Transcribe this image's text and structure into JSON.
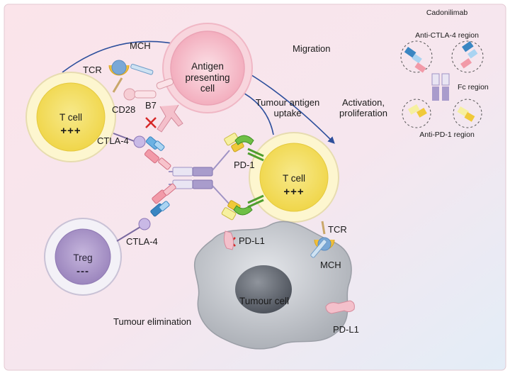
{
  "drug": {
    "title": "Cadonilimab",
    "anti_ctla4_region": "Anti-CTLA-4 region",
    "fc_region": "Fc region",
    "anti_pd1_region": "Anti-PD-1 region"
  },
  "cells": {
    "t_cell_left": {
      "name": "T cell",
      "status": "+++"
    },
    "t_cell_right": {
      "name": "T cell",
      "status": "+++"
    },
    "apc": {
      "name": "Antigen presenting cell"
    },
    "treg": {
      "name": "Treg",
      "status": "---"
    },
    "tumour": {
      "name": "Tumour cell"
    }
  },
  "labels": {
    "tcr_left": "TCR",
    "mch_left": "MCH",
    "cd28": "CD28",
    "b7": "B7",
    "ctla4_left": "CTLA-4",
    "ctla4_treg": "CTLA-4",
    "pd1": "PD-1",
    "pdl1_blocked": "PD-L1",
    "pdl1_tumour": "PD-L1",
    "tcr_right": "TCR",
    "mch_right": "MCH"
  },
  "process": {
    "migration": "Migration",
    "uptake": "Tumour antigen uptake",
    "activation": "Activation, proliferation",
    "elimination": "Tumour elimination"
  },
  "colors": {
    "t_cell_core": "#f2db5c",
    "apc": "#f4b8c4",
    "treg": "#a995c6",
    "tumour": "#b9bcc2",
    "arrow": "#2d4f9c",
    "block_x": "#d62828"
  }
}
